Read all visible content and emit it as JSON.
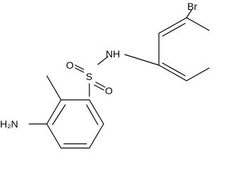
{
  "molecule": {
    "atoms": {
      "sulfur": "S",
      "oxygen_top": "O",
      "oxygen_bottom": "O",
      "nitrogen_amide": "NH",
      "bromine": "Br",
      "amine": "H₂N"
    }
  },
  "colors": {
    "bond": "#000000",
    "text": "#000000",
    "background": "#ffffff"
  }
}
